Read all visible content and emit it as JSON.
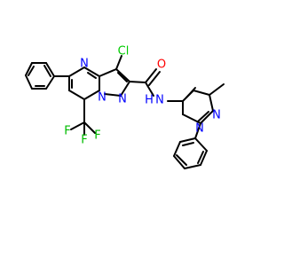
{
  "diagram": {
    "type": "chemical-structure",
    "colors": {
      "carbon_bond": "#000000",
      "nitrogen": "#0000ff",
      "oxygen": "#ff0000",
      "chlorine": "#00cc00",
      "fluorine": "#00bb00"
    },
    "labels": {
      "cl": "Cl",
      "o": "O",
      "n_pyrimidine": "N",
      "n_bridge": "N",
      "n_pyrazole_a": "N",
      "nh": "N",
      "h": "H",
      "n_pyrazole_b1": "N",
      "n_pyrazole_b2": "N",
      "f_top": "F",
      "f_left": "F",
      "f_bottom": "F"
    }
  }
}
